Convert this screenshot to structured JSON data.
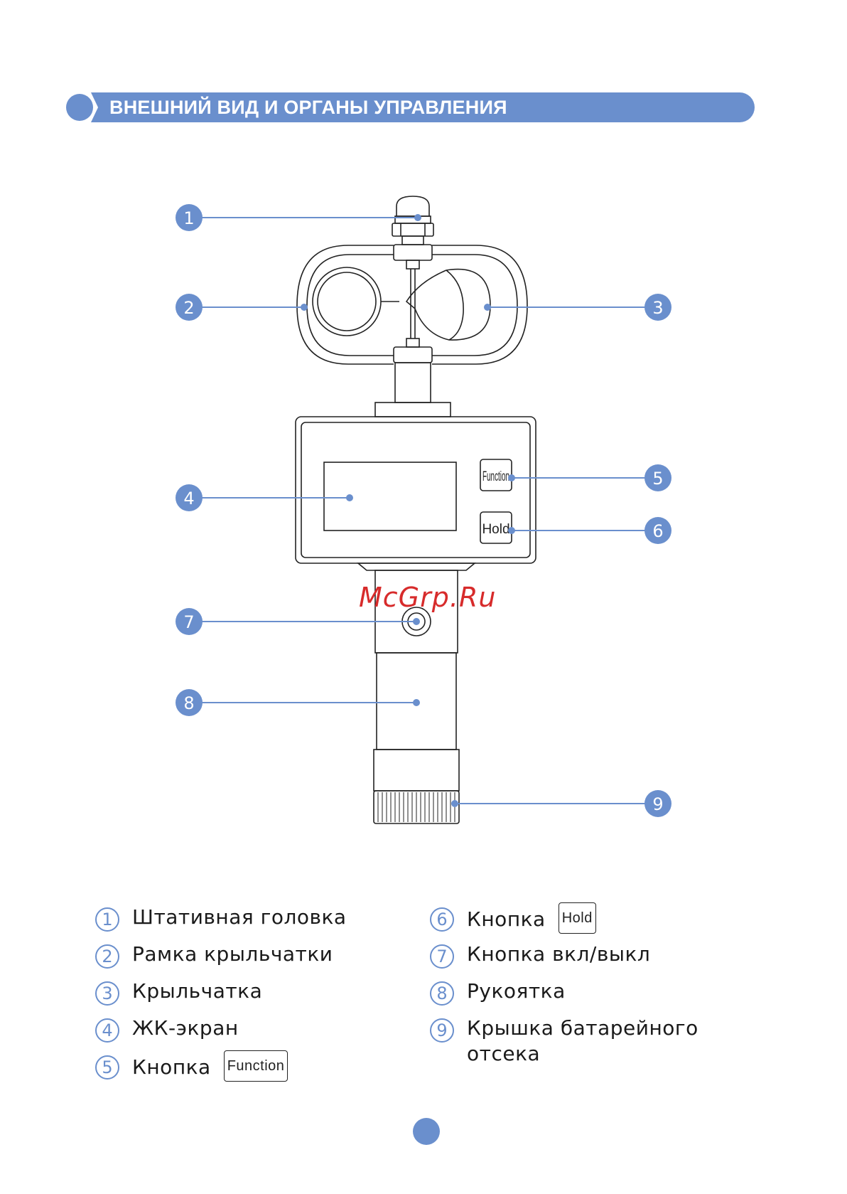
{
  "header": {
    "title": "ВНЕШНИЙ ВИД И ОРГАНЫ УПРАВЛЕНИЯ"
  },
  "diagram": {
    "callouts": [
      "1",
      "2",
      "3",
      "4",
      "5",
      "6",
      "7",
      "8",
      "9"
    ],
    "buttons": {
      "function": "Function",
      "hold": "Hold"
    }
  },
  "watermark": "McGrp.Ru",
  "legend": {
    "left": [
      {
        "num": "1",
        "text": "Штативная головка"
      },
      {
        "num": "2",
        "text": "Рамка крыльчатки"
      },
      {
        "num": "3",
        "text": "Крыльчатка"
      },
      {
        "num": "4",
        "text": "ЖК-экран"
      },
      {
        "num": "5",
        "text": "Кнопка",
        "button": "Function"
      }
    ],
    "right": [
      {
        "num": "6",
        "text": "Кнопка",
        "button": "Hold"
      },
      {
        "num": "7",
        "text": "Кнопка вкл/выкл"
      },
      {
        "num": "8",
        "text": "Рукоятка"
      },
      {
        "num": "9",
        "text": "Крышка батарейного отсека"
      }
    ]
  },
  "colors": {
    "accent": "#6a8fcd",
    "watermark": "#d72b2b"
  }
}
